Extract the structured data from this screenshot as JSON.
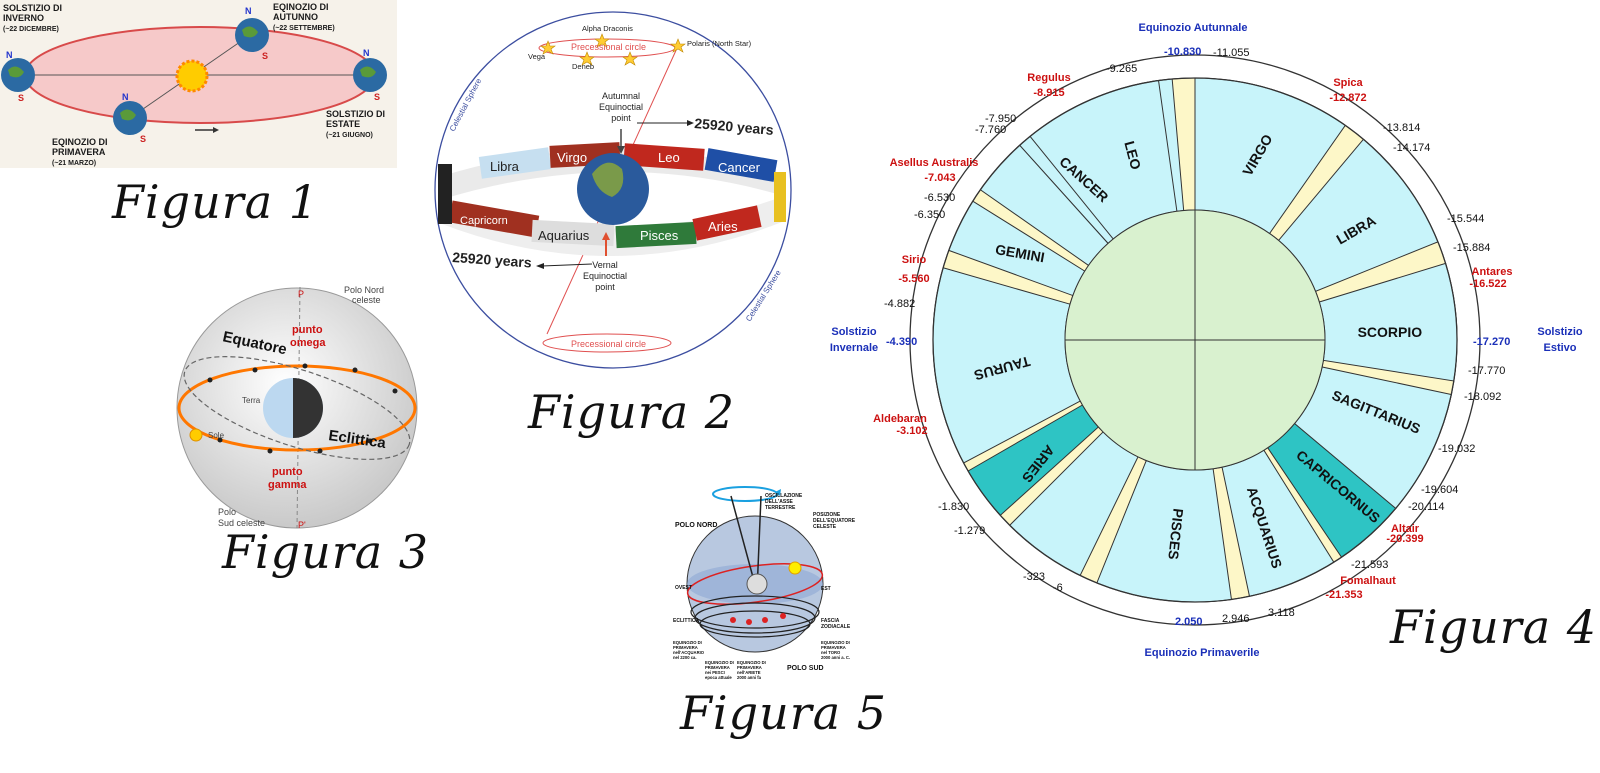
{
  "captions": {
    "fig1": "Figura 1",
    "fig2": "Figura 2",
    "fig3": "Figura 3",
    "fig4": "Figura 4",
    "fig5": "Figura 5"
  },
  "fig1": {
    "solstizio_inverno": [
      "SOLSTIZIO DI",
      "INVERNO",
      "(~22 DICEMBRE)"
    ],
    "equinozio_autunno": [
      "EQINOZIO DI",
      "AUTUNNO",
      "(~22 SETTEMBRE)"
    ],
    "equinozio_primavera": [
      "EQINOZIO DI",
      "PRIMAVERA",
      "(~21 MARZO)"
    ],
    "solstizio_estate": [
      "SOLSTIZIO DI",
      "ESTATE",
      "(~21 GIUGNO)"
    ],
    "north": "N",
    "south": "S"
  },
  "fig2": {
    "alpha_draconis": "Alpha Draconis",
    "polaris": "Polaris (North Star)",
    "vega": "Vega",
    "deneb": "Deneb",
    "precessional_circle": "Precessional circle",
    "celestial_sphere": "Celestial Sphere",
    "autumnal": [
      "Autumnal",
      "Equinoctial",
      "point"
    ],
    "vernal": [
      "Vernal",
      "Equinoctial",
      "point"
    ],
    "years": "25920 years",
    "signs": [
      "Libra",
      "Virgo",
      "Leo",
      "Cancer",
      "Capricorn",
      "Aquarius",
      "Pisces",
      "Aries"
    ]
  },
  "fig3": {
    "polo_nord": [
      "Polo Nord",
      "celeste"
    ],
    "polo_sud": [
      "Polo",
      "Sud celeste"
    ],
    "equatore": "Equatore",
    "eclittica": "Eclittica",
    "terra": "Terra",
    "sole": "Sole",
    "punto_omega": [
      "punto",
      "omega"
    ],
    "punto_gamma": [
      "punto",
      "gamma"
    ],
    "p": "P",
    "p_prime": "P'"
  },
  "fig4": {
    "equinozio_autunnale": "Equinozio Autunnale",
    "equinozio_primaverile": "Equinozio Primaverile",
    "solstizio_invernale": [
      "Solstizio",
      "Invernale"
    ],
    "solstizio_estivo": [
      "Solstizio",
      "Estivo"
    ],
    "signs": [
      "LEO",
      "VIRGO",
      "LIBRA",
      "SCORPIO",
      "SAGITTARIUS",
      "CAPRICORNUS",
      "ACQUARIUS",
      "PISCES",
      "ARIES",
      "TAURUS",
      "GEMINI",
      "CANCER"
    ],
    "stars": [
      {
        "name": "Regulus",
        "value": "-8.915"
      },
      {
        "name": "Spica",
        "value": "-12.872"
      },
      {
        "name": "Asellus Australis",
        "value": "-7.043"
      },
      {
        "name": "Antares",
        "value": "-16.522"
      },
      {
        "name": "Sirio",
        "value": "-5.560"
      },
      {
        "name": "Aldebaran",
        "value": "-3.102"
      },
      {
        "name": "Altair",
        "value": "-20.399"
      },
      {
        "name": "Fomalhaut",
        "value": "-21.353"
      }
    ],
    "blue_values": {
      "top": "-10.830",
      "left": "-4.390",
      "right": "-17.270",
      "bottom": "2.050"
    },
    "ticks": [
      "-11.055",
      "-9.265",
      "-7.950",
      "-7.760",
      "-13.814",
      "-14.174",
      "-6.530",
      "-6.350",
      "-15.544",
      "-15.884",
      "-4.882",
      "-17.770",
      "-18.092",
      "-19.032",
      "-19.604",
      "-20.114",
      "-1.830",
      "-1.279",
      "-21.593",
      "-323",
      "-6",
      "2.946",
      "3.118"
    ],
    "colors": {
      "sector": "#c8f4fa",
      "gap": "#fdf7c8",
      "teal": "#2ec4c4",
      "center": "#d9f1cf",
      "red": "#cc1111",
      "blue": "#1a2fb8"
    }
  },
  "fig5": {
    "oscillazione": [
      "OSCILLAZIONE",
      "DELL'ASSE",
      "TERRESTRE"
    ],
    "posizione": [
      "POSIZIONE",
      "DELL'EQUATORE",
      "CELESTE"
    ],
    "polo_nord": "POLO NORD",
    "polo_sud": "POLO SUD",
    "ovest": "OVEST",
    "est": "EST",
    "eclittica": "ECLITTICA",
    "fascia": [
      "FASCIA",
      "ZODIACALE"
    ],
    "eq_acquario": [
      "EQUINOZIO DI",
      "PRIMAVERA",
      "nell'ACQUARIO",
      "nel 2200 ca."
    ],
    "eq_pesci": [
      "EQUINOZIO DI",
      "PRIMAVERA",
      "nei PESCI",
      "epoca attuale"
    ],
    "eq_ariete": [
      "EQUINOZIO DI",
      "PRIMAVERA",
      "nell'ARIETE",
      "2000 anni fa"
    ],
    "eq_toro": [
      "EQUINOZIO DI",
      "PRIMAVERA",
      "nel TORO",
      "2000 anni a. C."
    ]
  }
}
